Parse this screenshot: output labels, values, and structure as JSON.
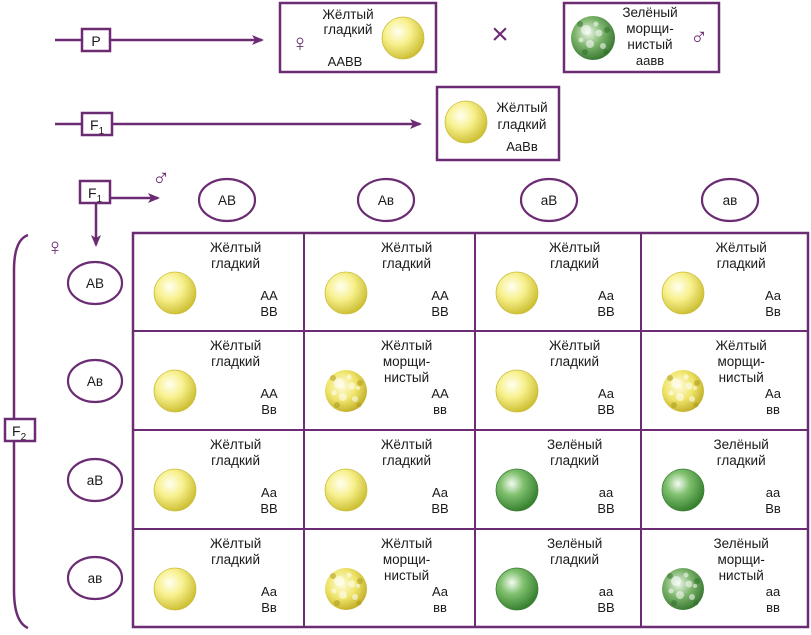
{
  "colors": {
    "accent": "#6b2c73",
    "text": "#1a1a1a",
    "yellow_pea": "#f3ec7a",
    "green_pea": "#58a24a"
  },
  "parents": {
    "p_label": "P",
    "cross_symbol": "×",
    "female_symbol": "♀",
    "male_symbol": "♂",
    "female": {
      "phenotype_line1": "Жёлтый",
      "phenotype_line2": "гладкий",
      "genotype": "AABB",
      "pea_icon": "pea-yellow-smooth"
    },
    "male": {
      "phenotype_line1": "Зелёный",
      "phenotype_line2": "морщи-",
      "phenotype_line3": "нистый",
      "genotype": "aaвв",
      "pea_icon": "pea-green-wrinkled"
    }
  },
  "f1": {
    "label": "F",
    "subscript": "1",
    "phenotype_line1": "Жёлтый",
    "phenotype_line2": "гладкий",
    "genotype": "AaBв"
  },
  "f2": {
    "label": "F",
    "subscript": "2",
    "f1_label": "F",
    "f1_subscript": "1",
    "male_symbol": "♂",
    "female_symbol": "♀",
    "male_gametes": [
      "AB",
      "Aв",
      "aB",
      "aв"
    ],
    "female_gametes": [
      "AB",
      "Aв",
      "aB",
      "aв"
    ],
    "grid": [
      [
        {
          "lines": [
            "Жёлтый",
            "гладкий"
          ],
          "g1": "AA",
          "g2": "BB",
          "pea": "yellow-smooth"
        },
        {
          "lines": [
            "Жёлтый",
            "гладкий"
          ],
          "g1": "AA",
          "g2": "BB",
          "pea": "yellow-smooth"
        },
        {
          "lines": [
            "Жёлтый",
            "гладкий"
          ],
          "g1": "Aa",
          "g2": "BB",
          "pea": "yellow-smooth"
        },
        {
          "lines": [
            "Жёлтый",
            "гладкий"
          ],
          "g1": "Aa",
          "g2": "Bв",
          "pea": "yellow-smooth"
        }
      ],
      [
        {
          "lines": [
            "Жёлтый",
            "гладкий"
          ],
          "g1": "AA",
          "g2": "Bв",
          "pea": "yellow-smooth"
        },
        {
          "lines": [
            "Жёлтый",
            "морщи-",
            "нистый"
          ],
          "g1": "AA",
          "g2": "вв",
          "pea": "yellow-wrinkled"
        },
        {
          "lines": [
            "Жёлтый",
            "гладкий"
          ],
          "g1": "Aa",
          "g2": "BB",
          "pea": "yellow-smooth"
        },
        {
          "lines": [
            "Жёлтый",
            "морщи-",
            "нистый"
          ],
          "g1": "Aa",
          "g2": "вв",
          "pea": "yellow-wrinkled"
        }
      ],
      [
        {
          "lines": [
            "Жёлтый",
            "гладкий"
          ],
          "g1": "Aa",
          "g2": "BB",
          "pea": "yellow-smooth"
        },
        {
          "lines": [
            "Жёлтый",
            "гладкий"
          ],
          "g1": "Aa",
          "g2": "BB",
          "pea": "yellow-smooth"
        },
        {
          "lines": [
            "Зелёный",
            "гладкий"
          ],
          "g1": "aa",
          "g2": "BB",
          "pea": "green-smooth"
        },
        {
          "lines": [
            "Зелёный",
            "гладкий"
          ],
          "g1": "aa",
          "g2": "Bв",
          "pea": "green-smooth"
        }
      ],
      [
        {
          "lines": [
            "Жёлтый",
            "гладкий"
          ],
          "g1": "Aa",
          "g2": "Bв",
          "pea": "yellow-smooth"
        },
        {
          "lines": [
            "Жёлтый",
            "морщи-",
            "нистый"
          ],
          "g1": "Aa",
          "g2": "вв",
          "pea": "yellow-wrinkled"
        },
        {
          "lines": [
            "Зелёный",
            "гладкий"
          ],
          "g1": "aa",
          "g2": "BB",
          "pea": "green-smooth"
        },
        {
          "lines": [
            "Зелёный",
            "морщи-",
            "нистый"
          ],
          "g1": "aa",
          "g2": "вв",
          "pea": "green-wrinkled"
        }
      ]
    ]
  }
}
